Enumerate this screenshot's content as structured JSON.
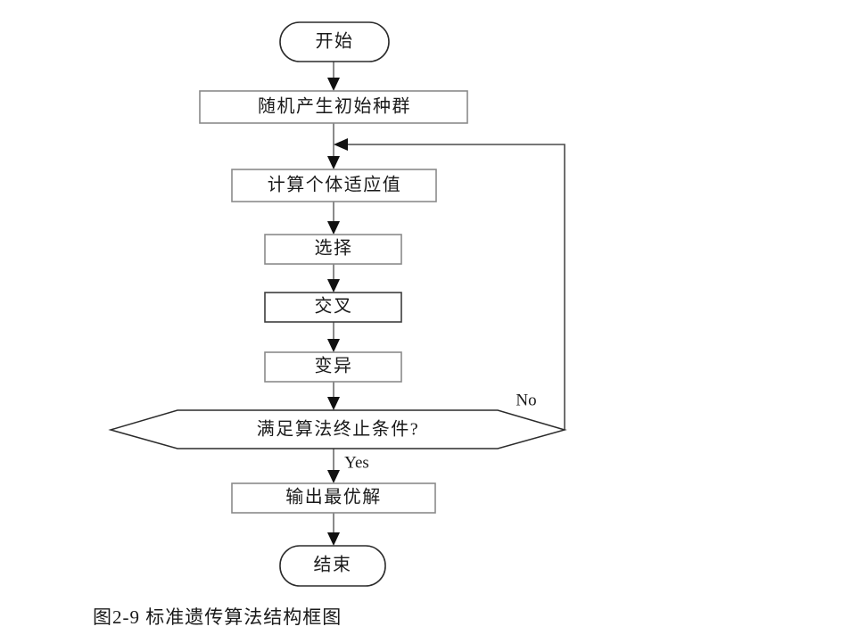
{
  "figure": {
    "caption": "图2-9  标准遗传算法结构框图",
    "title": "标准遗传算法结构框图",
    "figure_number": "图2-9"
  },
  "chart_data": {
    "type": "diagram",
    "diagram_kind": "flowchart",
    "title": "标准遗传算法结构框图",
    "nodes": [
      {
        "id": "start",
        "shape": "terminator",
        "label": "开始"
      },
      {
        "id": "init",
        "shape": "process",
        "label": "随机产生初始种群"
      },
      {
        "id": "fitness",
        "shape": "process",
        "label": "计算个体适应值"
      },
      {
        "id": "select",
        "shape": "process",
        "label": "选择"
      },
      {
        "id": "crossover",
        "shape": "process",
        "label": "交叉"
      },
      {
        "id": "mutation",
        "shape": "process",
        "label": "变异"
      },
      {
        "id": "decision",
        "shape": "decision",
        "label": "满足算法终止条件?"
      },
      {
        "id": "output",
        "shape": "process",
        "label": "输出最优解"
      },
      {
        "id": "end",
        "shape": "terminator",
        "label": "结束"
      }
    ],
    "edges": [
      {
        "from": "start",
        "to": "init",
        "label": ""
      },
      {
        "from": "init",
        "to": "fitness",
        "label": ""
      },
      {
        "from": "fitness",
        "to": "select",
        "label": ""
      },
      {
        "from": "select",
        "to": "crossover",
        "label": ""
      },
      {
        "from": "crossover",
        "to": "mutation",
        "label": ""
      },
      {
        "from": "mutation",
        "to": "decision",
        "label": ""
      },
      {
        "from": "decision",
        "to": "output",
        "label": "Yes"
      },
      {
        "from": "decision",
        "to": "fitness",
        "label": "No"
      },
      {
        "from": "output",
        "to": "end",
        "label": ""
      }
    ],
    "edge_labels": {
      "yes": "Yes",
      "no": "No"
    }
  },
  "nodes": {
    "start": "开始",
    "init": "随机产生初始种群",
    "fitness": "计算个体适应值",
    "select": "选择",
    "crossover": "交叉",
    "mutation": "变异",
    "decision": "满足算法终止条件?",
    "output": "输出最优解",
    "end": "结束"
  },
  "labels": {
    "yes": "Yes",
    "no": "No"
  },
  "colors": {
    "background": "#ffffff",
    "box_stroke": "#8a8a8a",
    "box_stroke_dark": "#3d3d3d",
    "terminator_stroke": "#2b2b2b",
    "connector": "#8a8a8a",
    "arrow": "#111111",
    "text": "#1a1a1a"
  }
}
